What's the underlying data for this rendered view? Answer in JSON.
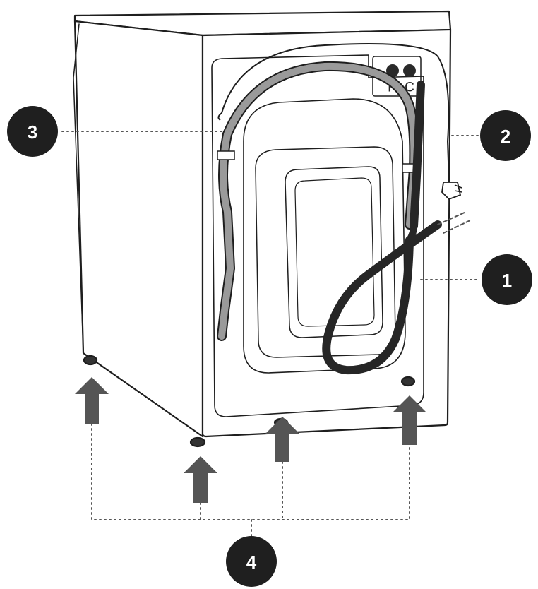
{
  "callouts": [
    {
      "id": "1",
      "number": "1",
      "part": "drain-hose"
    },
    {
      "id": "2",
      "number": "2",
      "part": "power-plug"
    },
    {
      "id": "3",
      "number": "3",
      "part": "inlet-hose"
    },
    {
      "id": "4",
      "number": "4",
      "part": "leveling-feet"
    }
  ],
  "tap_labels": {
    "hot": "H",
    "cold": "C"
  },
  "colors": {
    "line": "#1e1e1e",
    "callout_fill": "#1f1f1f",
    "arrow_fill": "#555555",
    "inlet_hose": "#9a9a9a",
    "drain_hose": "#262626",
    "leader": "#555555"
  },
  "icons": {
    "arrow": "up-arrow-icon",
    "plug": "plug-icon",
    "tap": "tap-icon"
  }
}
